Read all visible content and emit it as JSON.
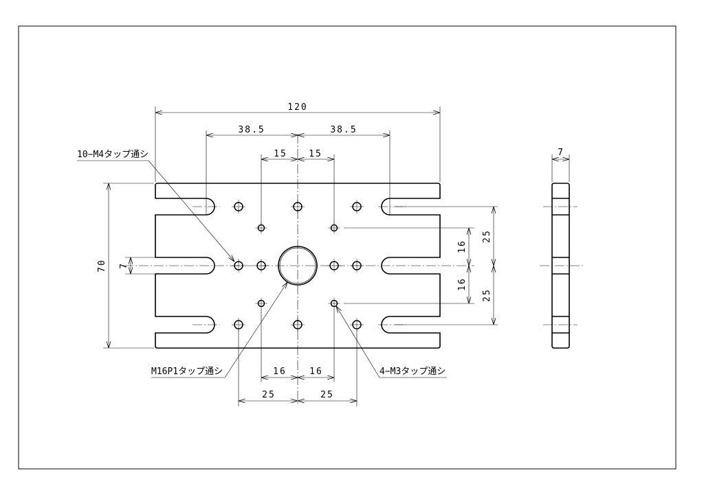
{
  "dimensions": {
    "overall_width": "120",
    "slot_pitch_left": "38.5",
    "slot_pitch_right": "38.5",
    "inner_left": "15",
    "inner_right": "15",
    "overall_height": "70",
    "slot_width": "7",
    "m3_vertical_top": "16",
    "m3_vertical_bottom": "16",
    "m4_vertical_top": "25",
    "m4_vertical_bottom": "25",
    "m3_horizontal_left": "16",
    "m3_horizontal_right": "16",
    "m4_horizontal_left": "25",
    "m4_horizontal_right": "25",
    "side_thickness": "7"
  },
  "callouts": {
    "m4_holes": "10−M4タップ通シ",
    "center_hole": "M16P1タップ通シ",
    "m3_holes": "4−M3タップ通シ"
  }
}
